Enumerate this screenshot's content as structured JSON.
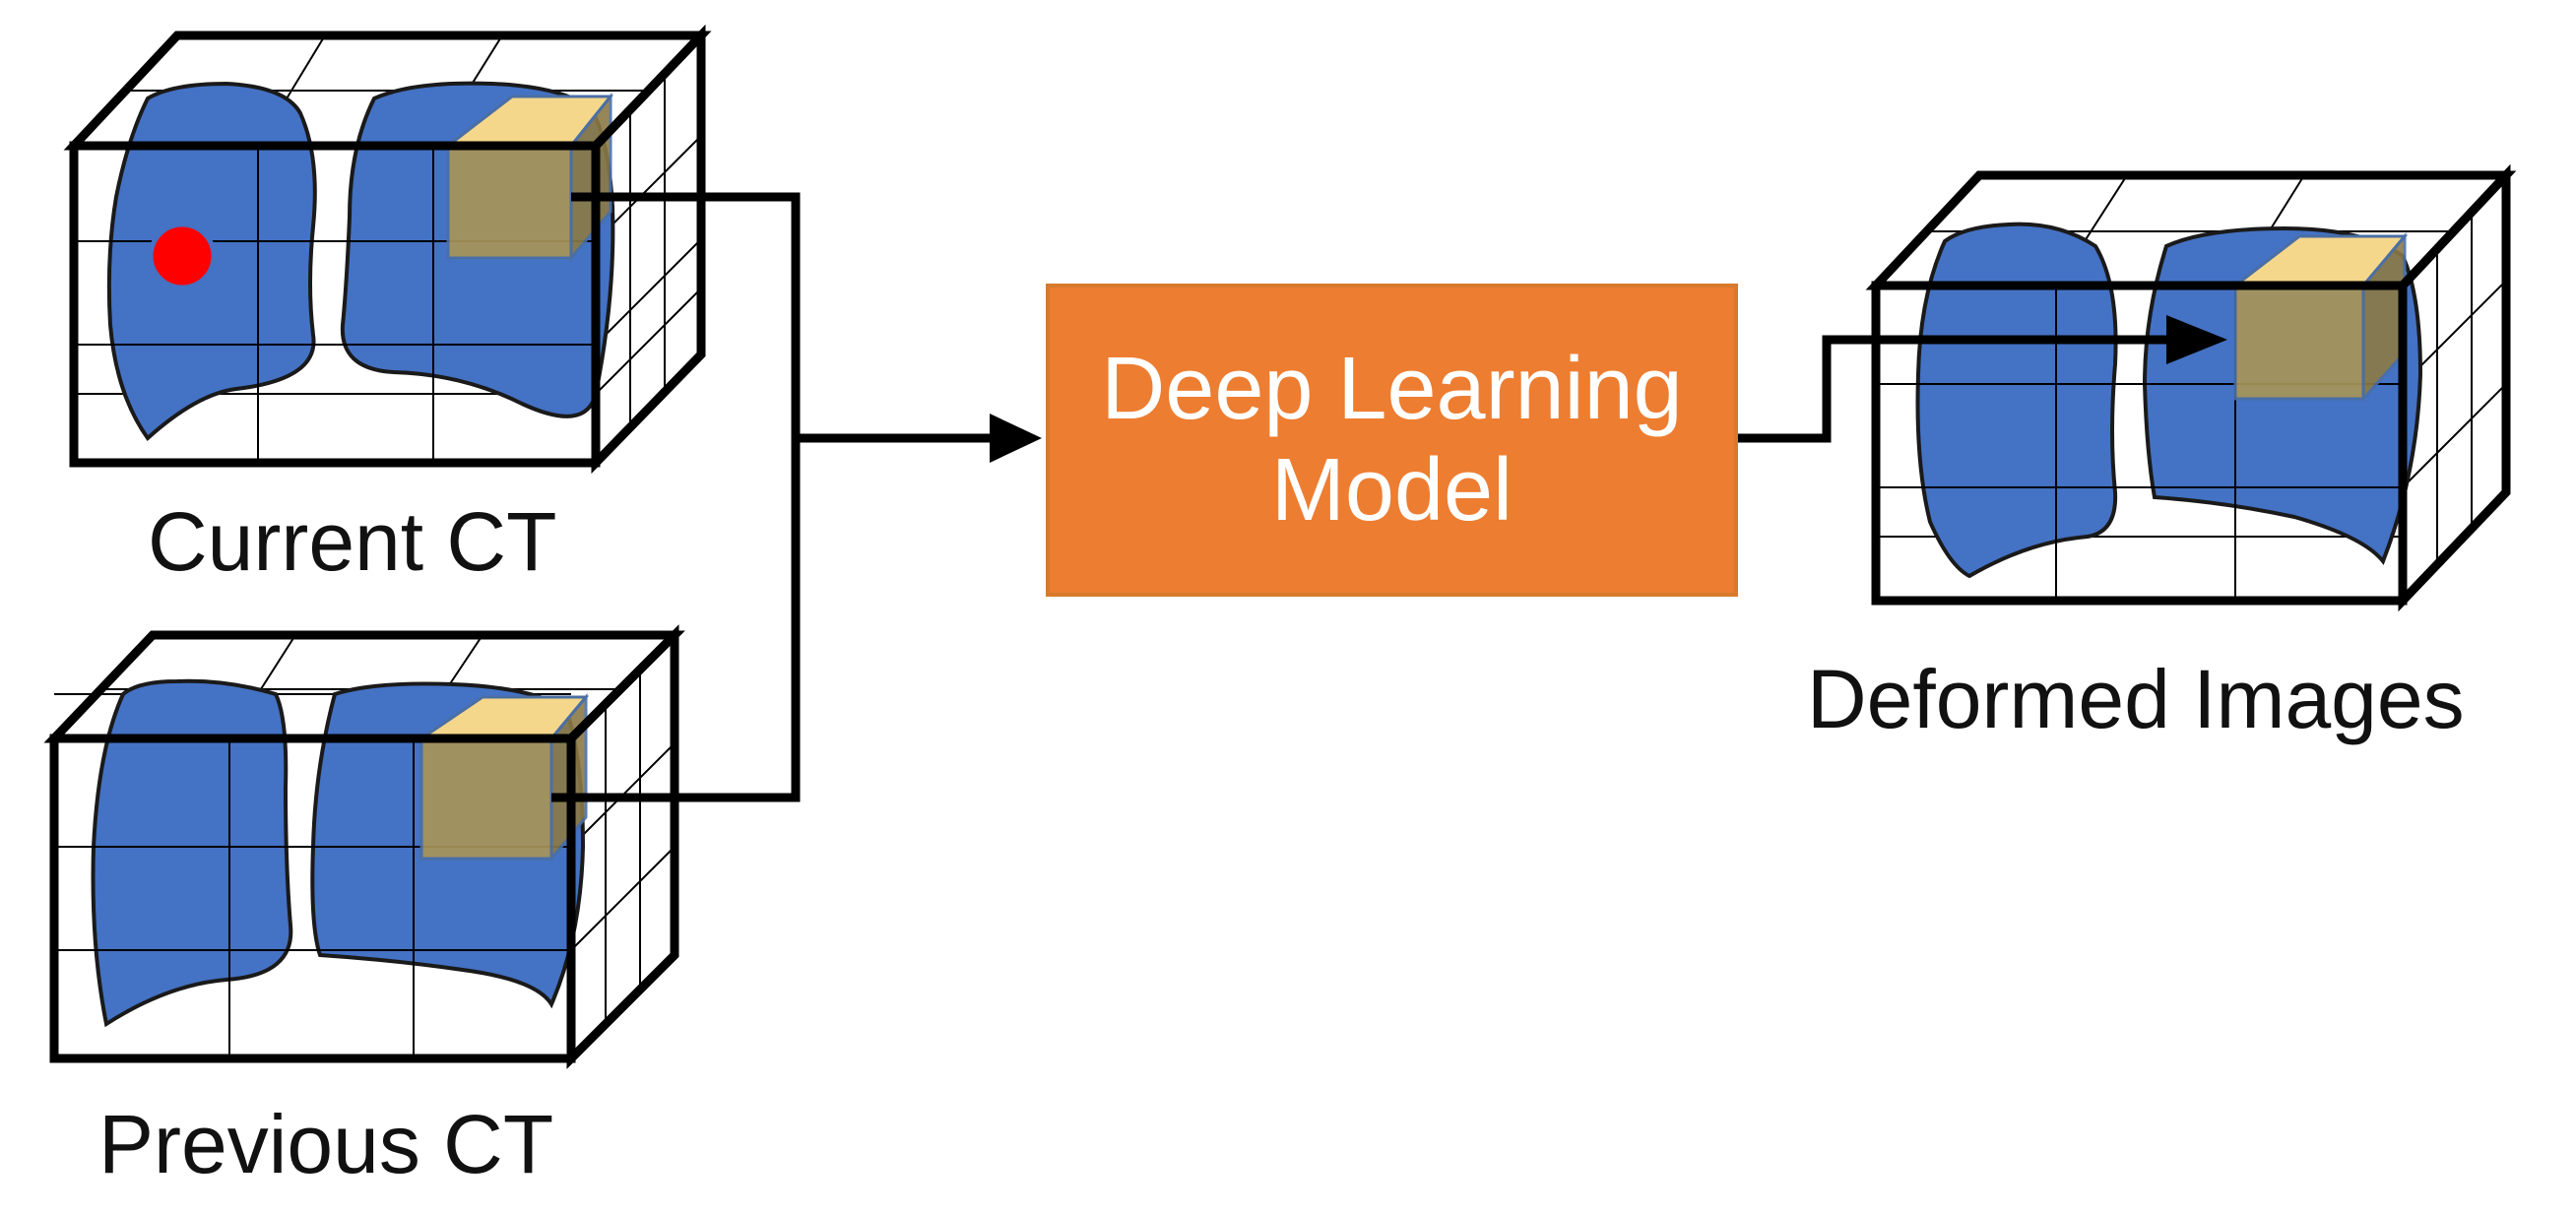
{
  "labels": {
    "current_ct": "Current CT",
    "previous_ct": "Previous CT",
    "deformed_images": "Deformed Images"
  },
  "model": {
    "text": "Deep Learning\nModel"
  },
  "colors": {
    "lung_blue": "#4472c4",
    "model_orange": "#ed7d31",
    "patch_olive": "#a89458",
    "patch_top_yellow": "#f5d78b",
    "lesion_red": "#ff0000",
    "outline_black": "#000000"
  }
}
